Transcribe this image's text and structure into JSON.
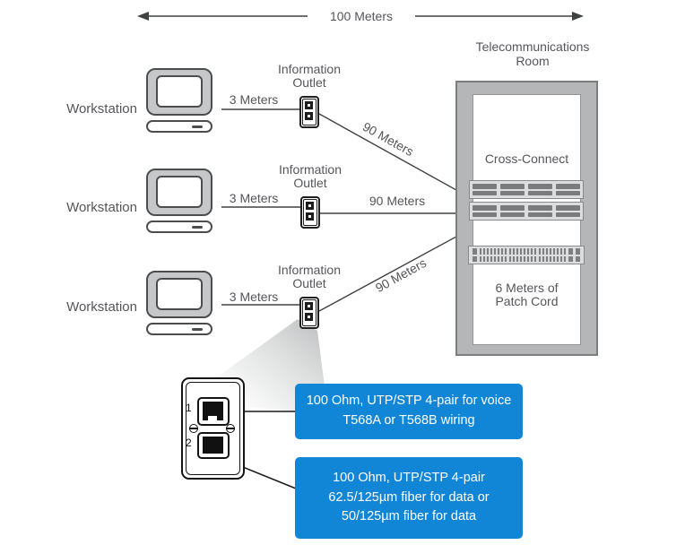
{
  "scale": {
    "label": "100 Meters"
  },
  "rows": [
    {
      "workstation": "Workstation",
      "cable": "3 Meters",
      "outlet": {
        "line1": "Information",
        "line2": "Outlet"
      },
      "link": "90 Meters"
    },
    {
      "workstation": "Workstation",
      "cable": "3 Meters",
      "outlet": {
        "line1": "Information",
        "line2": "Outlet"
      },
      "link": "90 Meters"
    },
    {
      "workstation": "Workstation",
      "cable": "3 Meters",
      "outlet": {
        "line1": "Information",
        "line2": "Outlet"
      },
      "link": "90 Meters"
    }
  ],
  "telecom_room": {
    "title_line1": "Telecommunications",
    "title_line2": "Room",
    "cross_connect": "Cross-Connect",
    "patch_cord_line1": "6 Meters of",
    "patch_cord_line2": "Patch Cord"
  },
  "faceplate": {
    "jack1_label": "1",
    "jack2_label": "2"
  },
  "callouts": {
    "voice": {
      "line1": "100 Ohm, UTP/STP 4-pair for voice",
      "line2": "T568A or T568B wiring"
    },
    "data": {
      "line1": "100 Ohm, UTP/STP 4-pair",
      "line2": "62.5/125µm fiber for data or",
      "line3": "50/125µm fiber for data"
    }
  },
  "colors": {
    "callout_blue": "#1286d6",
    "text_gray": "#55565a",
    "line_dark": "#3f4143"
  }
}
